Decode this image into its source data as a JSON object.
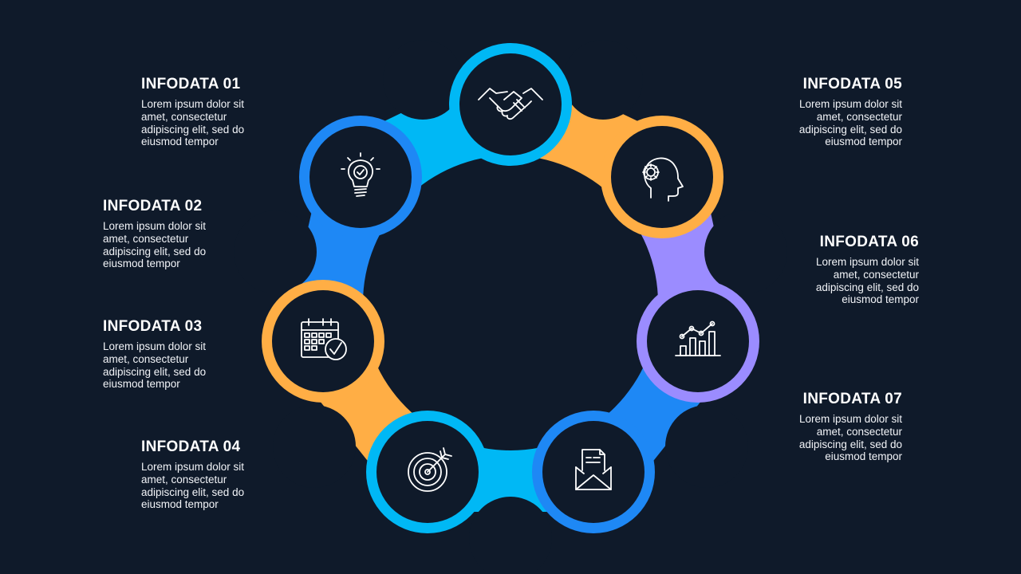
{
  "colors": {
    "background": "#0f1a2a",
    "cyan": "#00b8f5",
    "blue": "#1e88f5",
    "orange": "#ffae45",
    "purple": "#9b8cff"
  },
  "items": [
    {
      "title": "INFODATA  01",
      "text": "Lorem ipsum dolor sit amet, consectetur adipiscing elit, sed do eiusmod tempor",
      "icon": "lightbulb-icon"
    },
    {
      "title": "INFODATA  02",
      "text": "Lorem ipsum dolor sit amet, consectetur adipiscing elit, sed do eiusmod tempor",
      "icon": "handshake-icon"
    },
    {
      "title": "INFODATA  03",
      "text": "Lorem ipsum dolor sit amet, consectetur adipiscing elit, sed do eiusmod tempor",
      "icon": "calendar-check-icon"
    },
    {
      "title": "INFODATA  04",
      "text": "Lorem ipsum dolor sit amet, consectetur adipiscing elit, sed do eiusmod tempor",
      "icon": "target-icon"
    },
    {
      "title": "INFODATA  05",
      "text": "Lorem ipsum dolor sit amet, consectetur adipiscing elit, sed do eiusmod tempor",
      "icon": "head-gear-icon"
    },
    {
      "title": "INFODATA  06",
      "text": "Lorem ipsum dolor sit amet, consectetur adipiscing elit, sed do eiusmod tempor",
      "icon": "bar-chart-icon"
    },
    {
      "title": "INFODATA  07",
      "text": "Lorem ipsum dolor sit amet, consectetur adipiscing elit, sed do eiusmod tempor",
      "icon": "mail-document-icon"
    }
  ]
}
